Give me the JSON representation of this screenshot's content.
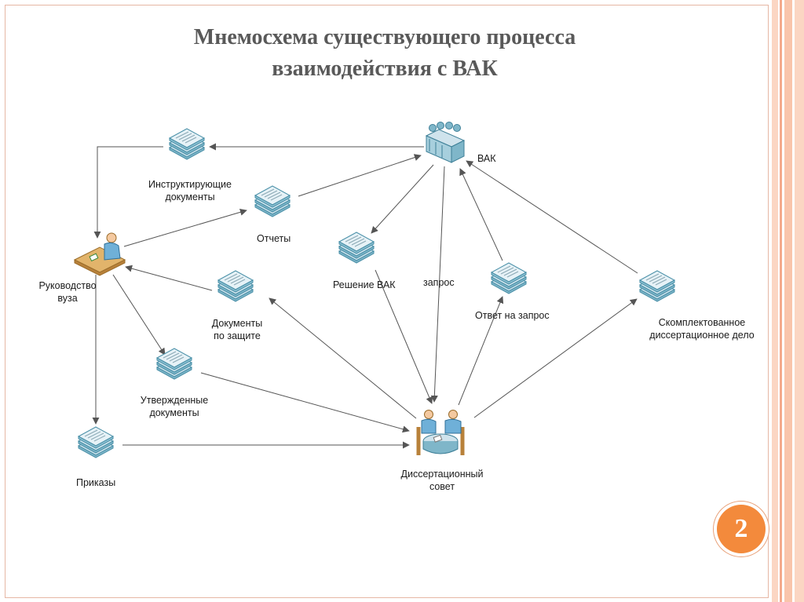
{
  "slide": {
    "title_line1": "Мнемосхема существующего процесса",
    "title_line2": "взаимодействия с ВАК",
    "page_number": "2"
  },
  "nodes": {
    "vak": "ВАК",
    "rukovodstvo_line1": "Руководство",
    "rukovodstvo_line2": "вуза",
    "dissovet_line1": "Диссертационный",
    "dissovet_line2": "совет"
  },
  "documents": {
    "instruktiruyushchie_line1": "Инструктирующие",
    "instruktiruyushchie_line2": "документы",
    "otchety": "Отчеты",
    "reshenie_vak": "Решение ВАК",
    "dokumenty_po_zashchite_line1": "Документы",
    "dokumenty_po_zashchite_line2": "по защите",
    "otvet_na_zapros": "Ответ на запрос",
    "skomplektovannoe_line1": "Скомплектованное",
    "skomplektovannoe_line2": "диссертационное дело",
    "utverzhdennye_line1": "Утвержденные",
    "utverzhdennye_line2": "документы",
    "prikazy": "Приказы"
  },
  "edge_labels": {
    "zapros": "запрос"
  },
  "colors": {
    "frame": "#e6b7a4",
    "stripe_light": "#fbd6c3",
    "stripe_mid": "#f7b898",
    "title": "#595959",
    "doc_fill": "#dcecf3",
    "doc_stroke": "#4a90a8",
    "badge": "#f38a3c",
    "arrow": "#555555"
  }
}
